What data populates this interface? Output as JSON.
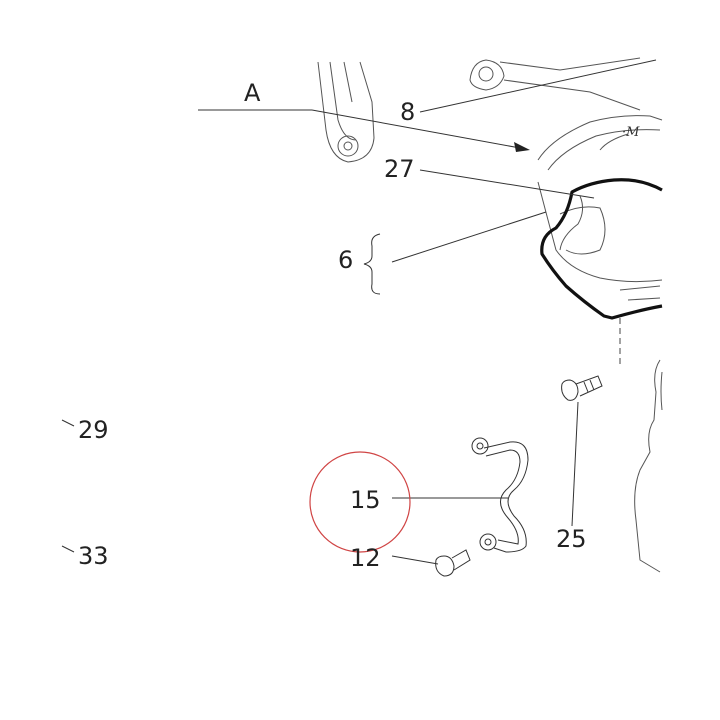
{
  "labels": {
    "a": "A",
    "n8": "8",
    "n27": "27",
    "n6": "6",
    "n29": "29",
    "n15": "15",
    "n25": "25",
    "n12": "12",
    "n33": "33",
    "logo_mark": "·M"
  },
  "colors": {
    "highlight_circle": "#d04545",
    "line": "#333333",
    "gasket": "#111111"
  }
}
